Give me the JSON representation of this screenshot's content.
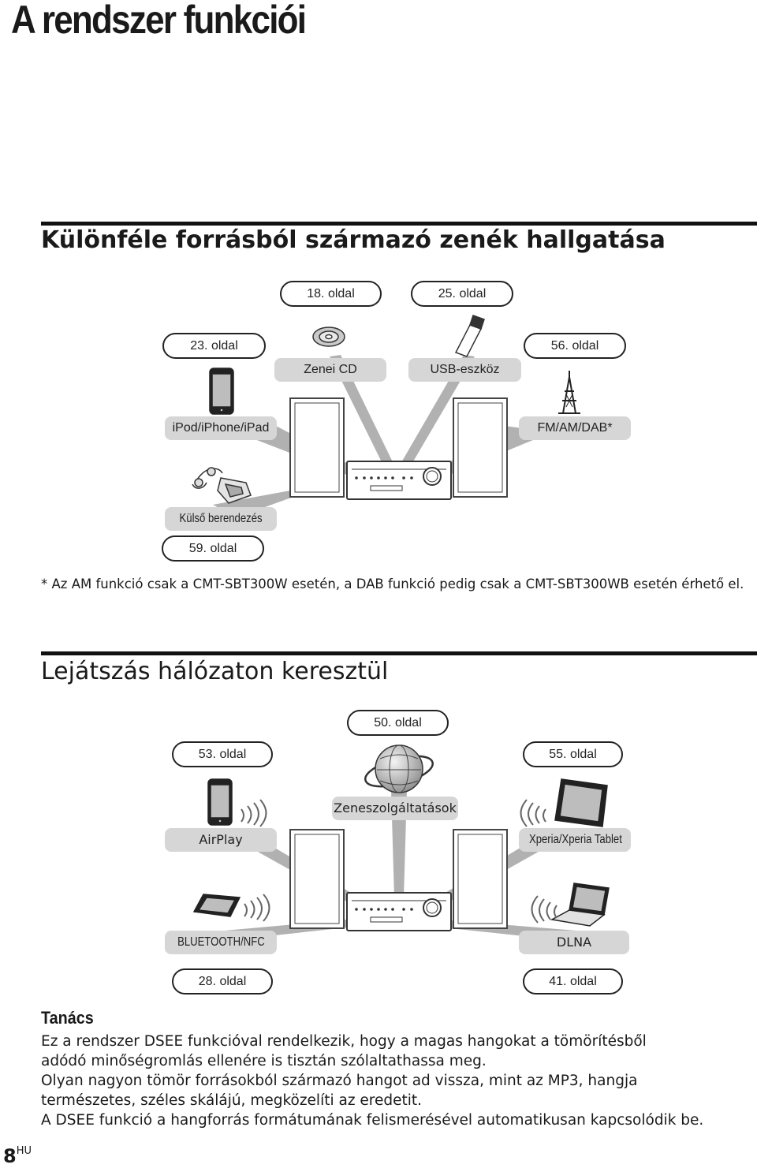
{
  "page_title": "A rendszer funkciói",
  "section1": {
    "title": "Különféle forrásból származó zenék hallgatása",
    "pages": {
      "cd": "18. oldal",
      "usb": "25. oldal",
      "ipod": "23. oldal",
      "radio": "56. oldal",
      "external": "59. oldal"
    },
    "labels": {
      "cd": "Zenei CD",
      "usb": "USB-eszköz",
      "ipod": "iPod/iPhone/iPad",
      "radio": "FM/AM/DAB*",
      "external": "Külső berendezés"
    },
    "footnote": "* Az AM funkció csak a CMT-SBT300W esetén, a DAB funkció pedig csak a CMT-SBT300WB esetén érhető el."
  },
  "section2": {
    "title": "Lejátszás hálózaton keresztül",
    "pages": {
      "music": "50. oldal",
      "airplay": "53. oldal",
      "xperia": "55. oldal",
      "bluetooth": "28. oldal",
      "dlna": "41. oldal"
    },
    "labels": {
      "music": "Zeneszolgáltatások",
      "airplay": "AirPlay",
      "xperia": "Xperia/Xperia Tablet",
      "bluetooth": "BLUETOOTH/NFC",
      "dlna": "DLNA"
    }
  },
  "tip": {
    "title": "Tanács",
    "lines": [
      "Ez a rendszer DSEE funkcióval rendelkezik, hogy a magas hangokat a tömörítésből",
      "adódó minőségromlás ellenére is tisztán szólaltathassa meg.",
      "Olyan nagyon tömör forrásokból származó hangot ad vissza, mint az MP3, hangja",
      "természetes, széles skálájú, megközelíti az eredetit.",
      "A DSEE funkció a hangforrás formátumának felismerésével automatikusan kapcsolódik be."
    ]
  },
  "page_number": "8",
  "page_lang": "HU"
}
